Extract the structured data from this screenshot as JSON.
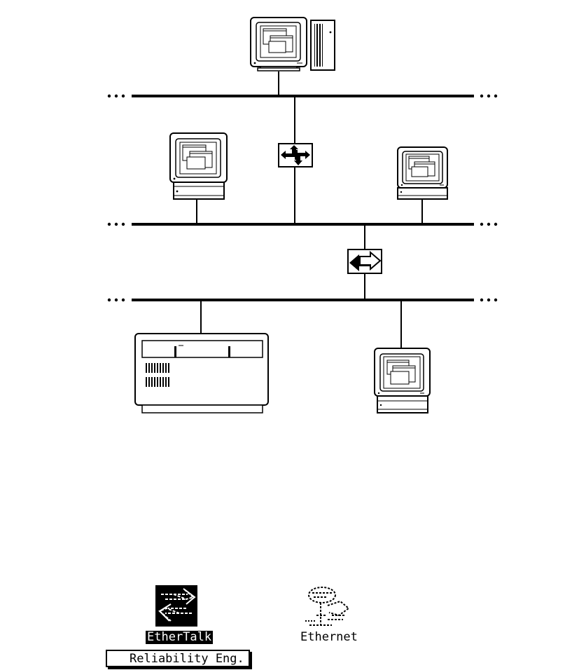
{
  "network": {
    "segments": [
      "top-network",
      "middle-network",
      "bottom-network"
    ],
    "devices": [
      {
        "id": "tower-workstation",
        "kind": "computer-tower-icon",
        "segment": "top-network"
      },
      {
        "id": "compact-mac-left",
        "kind": "compact-mac-icon",
        "segment": "middle-network"
      },
      {
        "id": "compact-mac-right",
        "kind": "compact-mac-icon",
        "segment": "middle-network"
      },
      {
        "id": "laser-printer",
        "kind": "printer-icon",
        "segment": "bottom-network"
      },
      {
        "id": "compact-mac-bottom",
        "kind": "compact-mac-icon",
        "segment": "bottom-network"
      }
    ],
    "connectors": [
      {
        "id": "router",
        "kind": "router-icon",
        "links": [
          "top-network",
          "middle-network"
        ]
      },
      {
        "id": "bridge",
        "kind": "bridge-icon",
        "links": [
          "middle-network",
          "bottom-network"
        ]
      }
    ]
  },
  "icons": {
    "ethertalk": {
      "label": "EtherTalk",
      "icon": "ethertalk-icon",
      "selected": true
    },
    "ethernet": {
      "label": "Ethernet",
      "icon": "ethernet-icon",
      "selected": false
    }
  },
  "zone": {
    "value": "Reliability Eng."
  }
}
